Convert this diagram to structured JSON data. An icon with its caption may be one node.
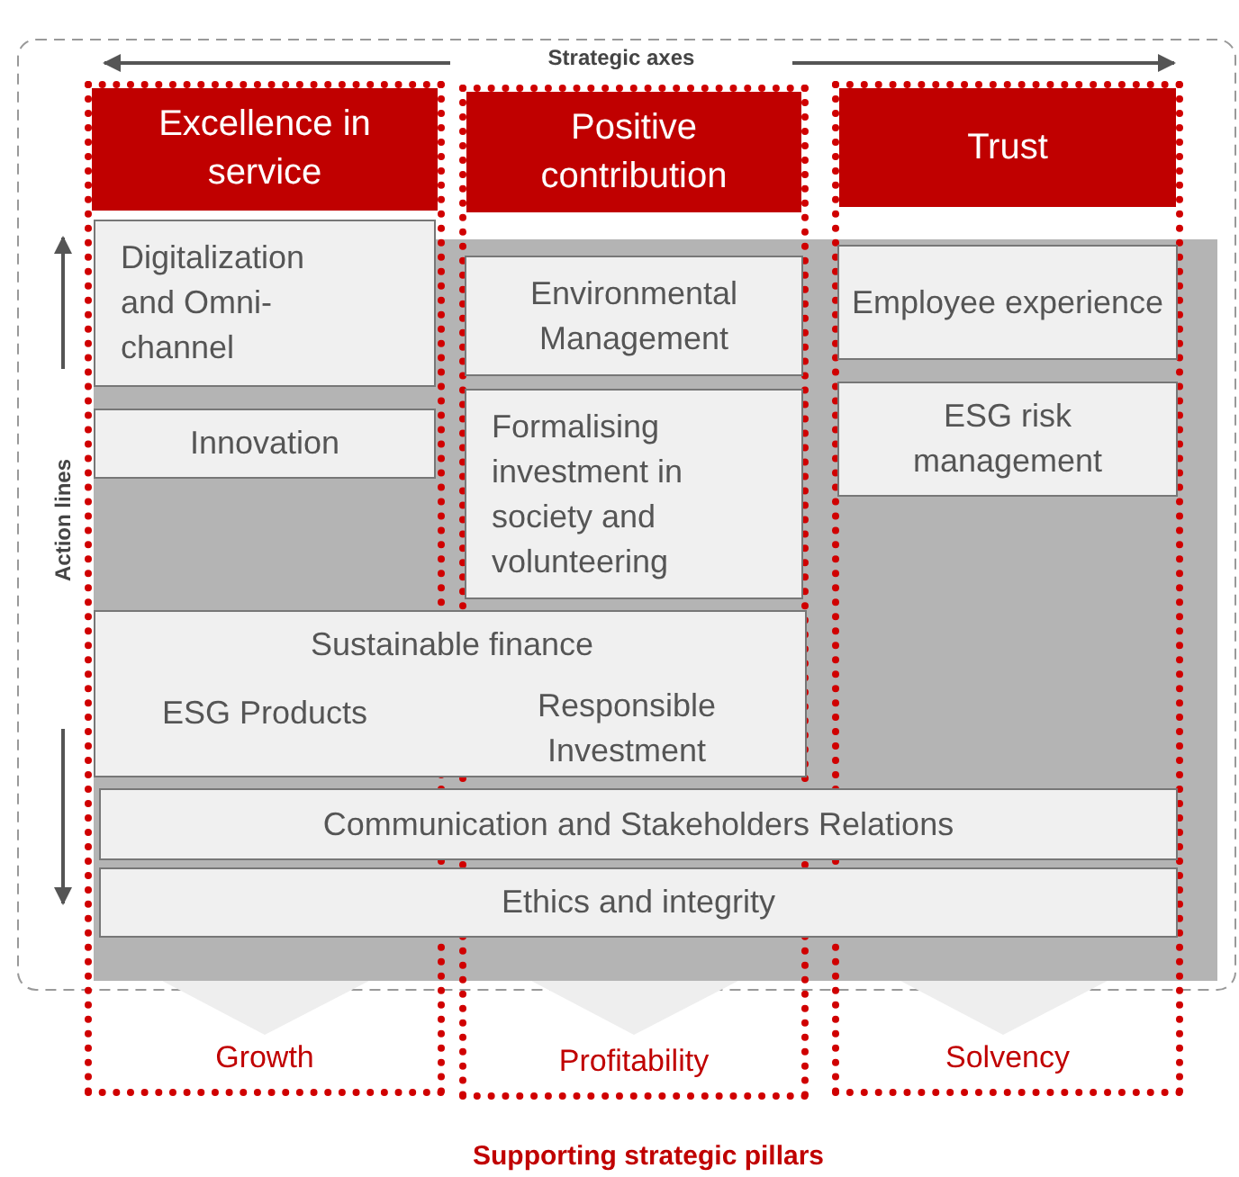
{
  "diagram": {
    "caption": "Supporting strategic pillars",
    "nodes": [
      {
        "text": [
          "Excellence in service"
        ]
      },
      {
        "text": [
          "Positive contribution"
        ]
      },
      {
        "text": [
          "Trust"
        ]
      },
      {
        "text": [
          "Digitalization and Omni-channel"
        ]
      },
      {
        "text": [
          "Innovation"
        ]
      },
      {
        "text": [
          "Environmental Management"
        ]
      },
      {
        "text": [
          "Formalising investment in society and volunteering"
        ]
      },
      {
        "text": [
          "Employee experience"
        ]
      },
      {
        "text": [
          "ESG risk management"
        ]
      },
      {
        "text": [
          "Sustainable finance",
          "ESG Products",
          "Responsible Investment"
        ]
      },
      {
        "text": [
          "Communication and Stakeholders Relations"
        ]
      },
      {
        "text": [
          "Ethics and integrity"
        ]
      },
      {
        "text": [
          "Growth"
        ]
      },
      {
        "text": [
          "Profitability"
        ]
      },
      {
        "text": [
          "Solvency"
        ]
      }
    ],
    "edges": [],
    "labels": [
      "Strategic axes",
      "Action lines"
    ]
  }
}
